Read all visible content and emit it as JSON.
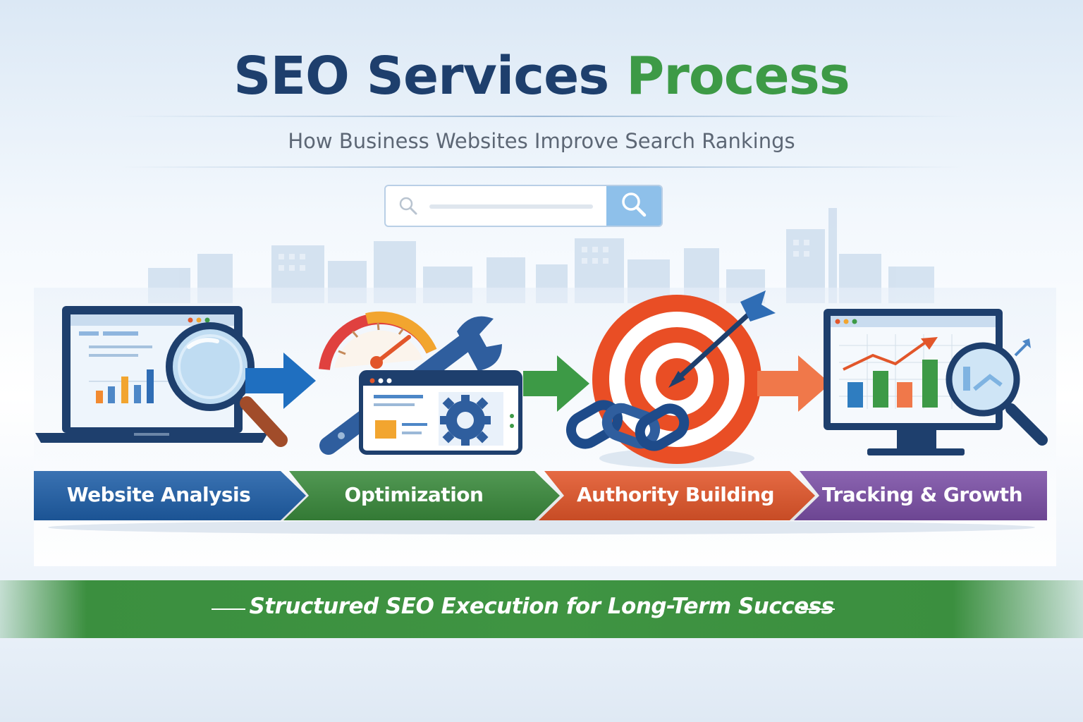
{
  "header": {
    "title_part1": "SEO Services",
    "title_part2": "Process",
    "subtitle": "How Business Websites Improve Search Rankings"
  },
  "search": {
    "icon": "search-icon",
    "button_icon": "search-icon"
  },
  "steps": [
    {
      "label": "Website Analysis",
      "color": "#1f5fa8",
      "icon": "laptop-magnifier-icon"
    },
    {
      "label": "Optimization",
      "color": "#3a8a3c",
      "icon": "gauge-wrench-gear-icon"
    },
    {
      "label": "Authority Building",
      "color": "#e2562a",
      "icon": "target-arrow-chain-icon"
    },
    {
      "label": "Tracking & Growth",
      "color": "#7b4fa6",
      "icon": "monitor-chart-magnifier-icon"
    }
  ],
  "footer": {
    "tagline": "Structured SEO Execution for Long-Term Success",
    "color": "#3d9242"
  },
  "colors": {
    "navy": "#1e3f6d",
    "green": "#3d9a46",
    "blue": "#1f5fa8",
    "orange": "#e2562a",
    "purple": "#7b4fa6"
  }
}
